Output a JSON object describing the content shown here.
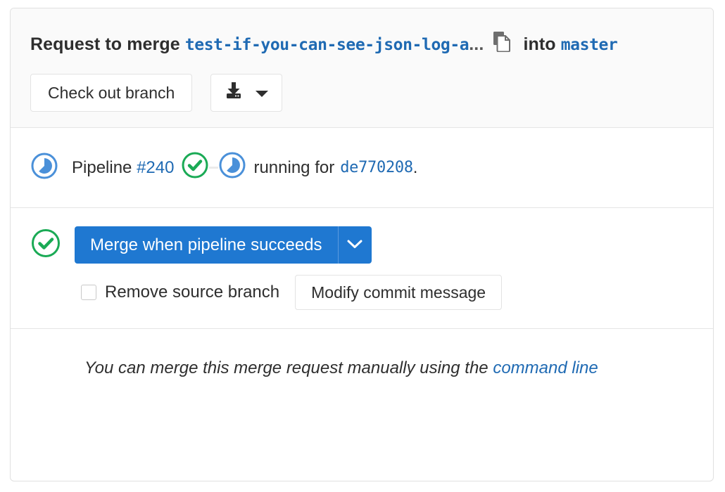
{
  "header": {
    "prefix_text": "Request to merge",
    "source_branch": "test-if-you-can-see-json-log-a",
    "truncation": "...",
    "copy_icon": "copy-to-clipboard-icon",
    "into_text": "into",
    "target_branch": "master",
    "checkout_button": "Check out branch",
    "download_icon": "download-icon",
    "download_caret_icon": "chevron-down-icon"
  },
  "pipeline": {
    "status_icon": "pipeline-running-icon",
    "label": "Pipeline",
    "id": "#240",
    "stages": [
      {
        "name": "stage-passed",
        "icon": "status-success-icon"
      },
      {
        "name": "stage-running",
        "icon": "status-running-icon"
      }
    ],
    "status_text": "running for",
    "commit_sha": "de770208",
    "trailing": "."
  },
  "merge": {
    "status_icon": "status-success-icon",
    "primary_button": "Merge when pipeline succeeds",
    "caret_icon": "chevron-down-icon",
    "remove_source_branch_label": "Remove source branch",
    "remove_source_branch_checked": false,
    "modify_commit_button": "Modify commit message"
  },
  "footer": {
    "help_text_before": "You can merge this merge request manually using the",
    "help_link": "command line"
  },
  "colors": {
    "link": "#1f6ab3",
    "primary": "#1f78d1",
    "success": "#1aaa55",
    "running": "#4a90d9",
    "border": "#e5e5e5",
    "header_bg": "#fafafa"
  }
}
